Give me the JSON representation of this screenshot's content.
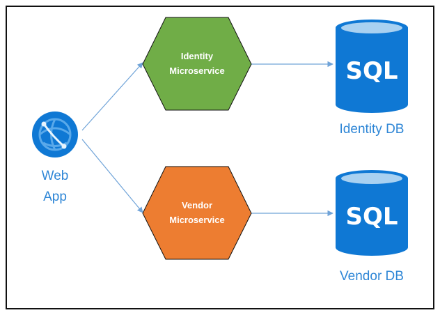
{
  "colors": {
    "arrow": "#6fa3d8",
    "identity_hex": "#70ad47",
    "vendor_hex": "#ed7d31",
    "db_blue": "#0f78d4",
    "db_top": "#a9d1f1",
    "label_blue": "#2e86d6"
  },
  "web_app": {
    "icon": "globe-icon",
    "label_line1": "Web",
    "label_line2": "App"
  },
  "services": [
    {
      "line1": "Identity",
      "line2": "Microservice"
    },
    {
      "line1": "Vendor",
      "line2": "Microservice"
    }
  ],
  "databases": [
    {
      "icon": "sql-database-icon",
      "badge": "SQL",
      "label": "Identity DB"
    },
    {
      "icon": "sql-database-icon",
      "badge": "SQL",
      "label": "Vendor DB"
    }
  ]
}
